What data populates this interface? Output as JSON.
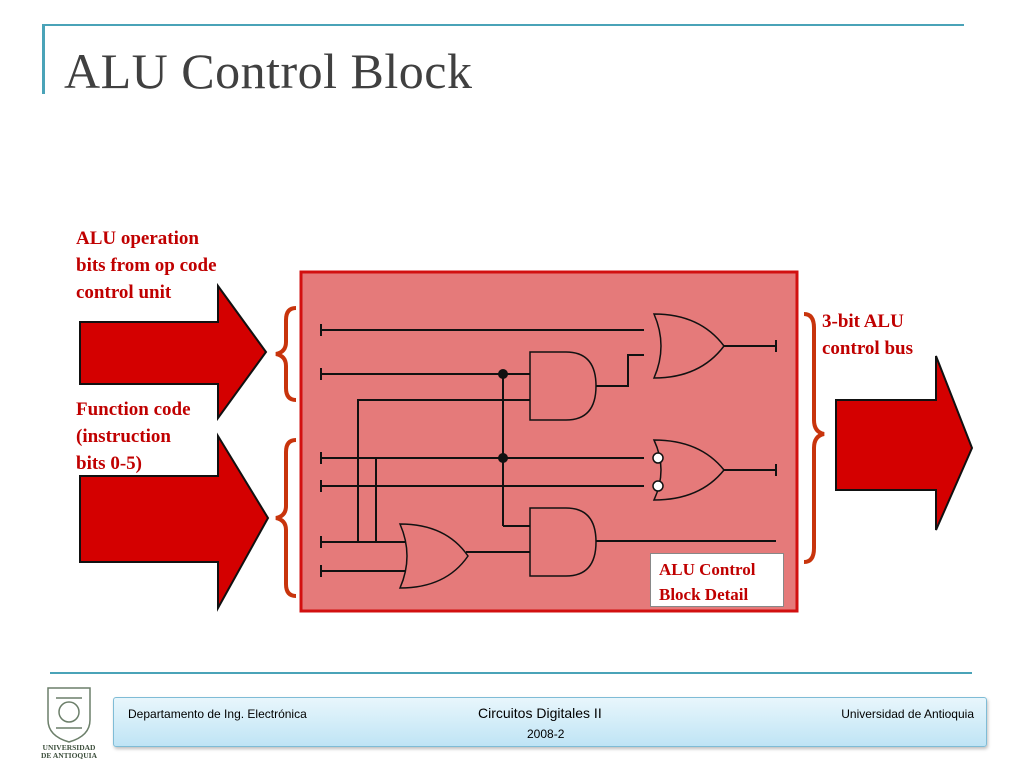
{
  "slide": {
    "title": "ALU Control Block"
  },
  "diagram": {
    "input_top_label": "ALU operation\nbits from op code\ncontrol unit",
    "input_bottom_label": "Function code\n(instruction\nbits 0-5)",
    "output_label": "3-bit ALU\ncontrol bus",
    "detail_label": "ALU Control\nBlock Detail",
    "colors": {
      "box_fill": "#e57a7a",
      "box_border": "#d21010",
      "arrow": "#d40000",
      "brace": "#c8340c",
      "label": "#c00000"
    }
  },
  "footer": {
    "left": "Departamento de Ing. Electrónica",
    "center": "Circuitos Digitales II",
    "date": "2008-2",
    "right": "Universidad de Antioquia",
    "logo_text": "UNIVERSIDAD\nDE ANTIOQUIA"
  }
}
